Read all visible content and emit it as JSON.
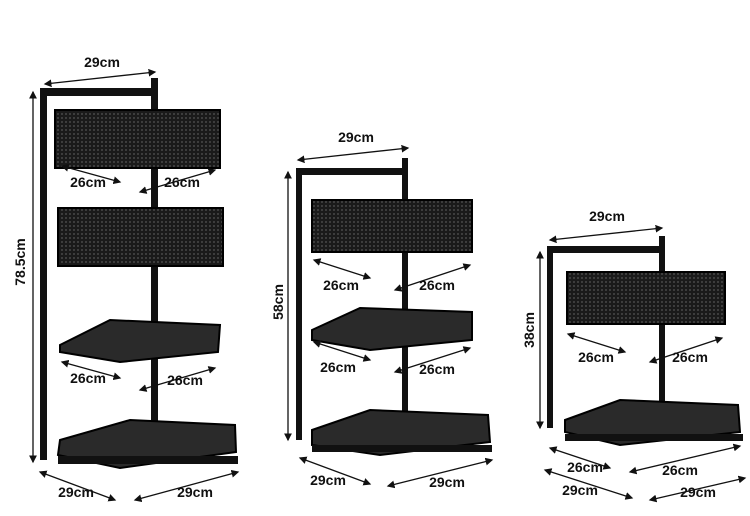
{
  "racks": [
    {
      "name": "four-tier",
      "tiers": 4,
      "baskets": 2,
      "trays": 2,
      "width": "29cm",
      "height": "78.5cm",
      "shelf_labels": [
        [
          "26cm",
          "26cm"
        ],
        [
          "26cm",
          "26cm"
        ]
      ],
      "base_labels": [
        "29cm",
        "29cm"
      ]
    },
    {
      "name": "three-tier",
      "tiers": 3,
      "baskets": 1,
      "trays": 2,
      "width": "29cm",
      "height": "58cm",
      "shelf_labels": [
        [
          "26cm",
          "26cm"
        ],
        [
          "26cm",
          "26cm"
        ]
      ],
      "base_labels": [
        "29cm",
        "29cm"
      ]
    },
    {
      "name": "two-tier",
      "tiers": 2,
      "baskets": 1,
      "trays": 1,
      "width": "29cm",
      "height": "38cm",
      "shelf_labels": [
        [
          "26cm",
          "26cm"
        ],
        [
          "26cm",
          "26cm"
        ]
      ],
      "base_labels": [
        "29cm",
        "29cm"
      ]
    }
  ],
  "colors": {
    "frame": "#111111",
    "tray": "#2a2a2a",
    "annotation": "#111111"
  }
}
